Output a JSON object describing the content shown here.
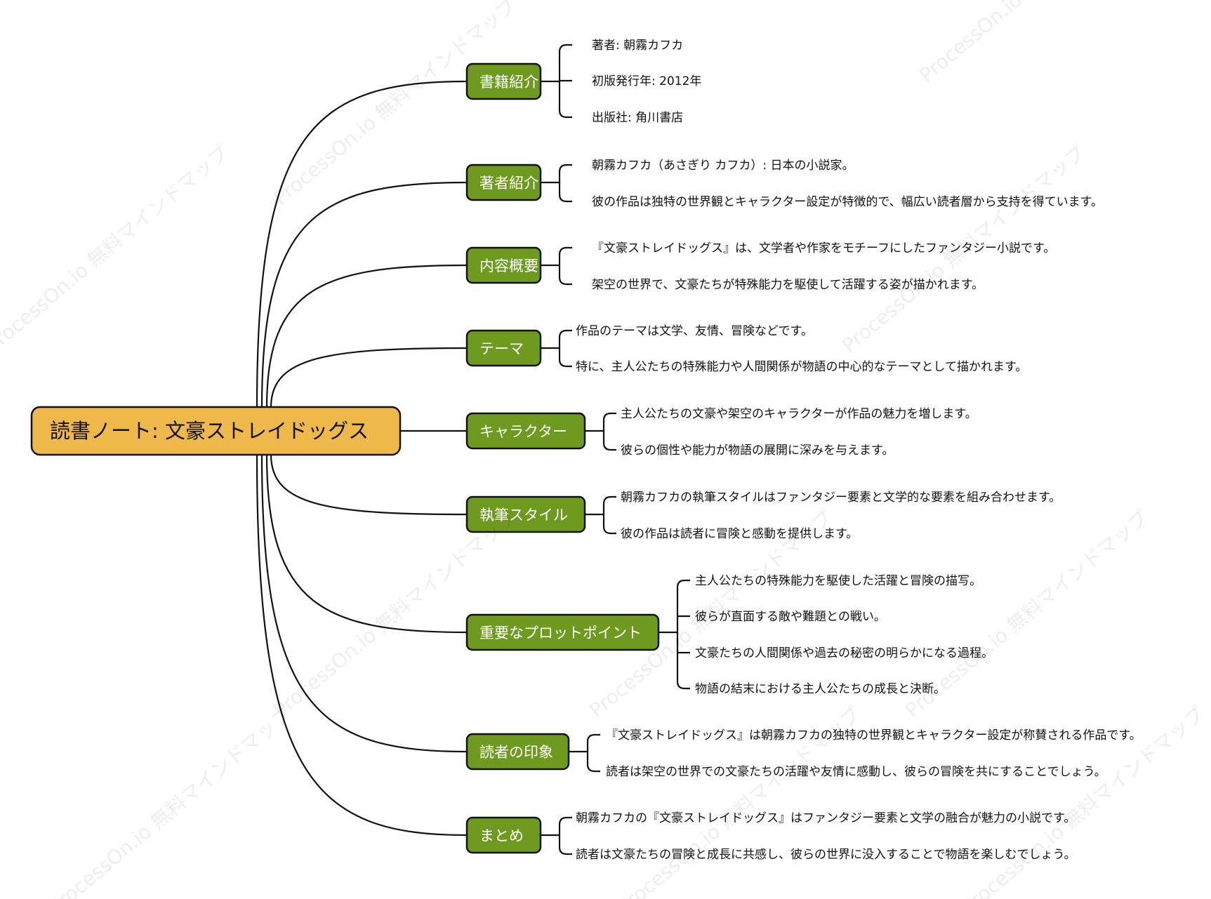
{
  "root": {
    "label": "読書ノート: 文豪ストレイドッグス"
  },
  "branches": [
    {
      "label": "書籍紹介",
      "items": [
        "著者: 朝霧カフカ",
        "初版発行年: 2012年",
        "出版社: 角川書店"
      ]
    },
    {
      "label": "著者紹介",
      "items": [
        "朝霧カフカ（あさぎり カフカ）: 日本の小説家。",
        "彼の作品は独特の世界観とキャラクター設定が特徴的で、幅広い読者層から支持を得ています。"
      ]
    },
    {
      "label": "内容概要",
      "items": [
        "『文豪ストレイドッグス』は、文学者や作家をモチーフにしたファンタジー小説です。",
        "架空の世界で、文豪たちが特殊能力を駆使して活躍する姿が描かれます。"
      ]
    },
    {
      "label": "テーマ",
      "items": [
        "作品のテーマは文学、友情、冒険などです。",
        "特に、主人公たちの特殊能力や人間関係が物語の中心的なテーマとして描かれます。"
      ]
    },
    {
      "label": "キャラクター",
      "items": [
        "主人公たちの文豪や架空のキャラクターが作品の魅力を増します。",
        "彼らの個性や能力が物語の展開に深みを与えます。"
      ]
    },
    {
      "label": "執筆スタイル",
      "items": [
        "朝霧カフカの執筆スタイルはファンタジー要素と文学的な要素を組み合わせます。",
        "彼の作品は読者に冒険と感動を提供します。"
      ]
    },
    {
      "label": "重要なプロットポイント",
      "items": [
        "主人公たちの特殊能力を駆使した活躍と冒険の描写。",
        "彼らが直面する敵や難題との戦い。",
        "文豪たちの人間関係や過去の秘密の明らかになる過程。",
        "物語の結末における主人公たちの成長と決断。"
      ]
    },
    {
      "label": "読者の印象",
      "items": [
        "『文豪ストレイドッグス』は朝霧カフカの独特の世界観とキャラクター設定が称賛される作品です。",
        "読者は架空の世界での文豪たちの活躍や友情に感動し、彼らの冒険を共にすることでしょう。"
      ]
    },
    {
      "label": "まとめ",
      "items": [
        "朝霧カフカの『文豪ストレイドッグス』はファンタジー要素と文学の融合が魅力の小説です。",
        "読者は文豪たちの冒険と成長に共感し、彼らの世界に没入することで物語を楽しむでしょう。"
      ]
    }
  ],
  "watermark": "ProcessOn.io 無料マインドマップ",
  "colors": {
    "root_fill": "#EFB84A",
    "branch_fill": "#6E9A1F",
    "stroke": "#111111",
    "branch_text": "#ffffff",
    "leaf_text": "#111111"
  }
}
